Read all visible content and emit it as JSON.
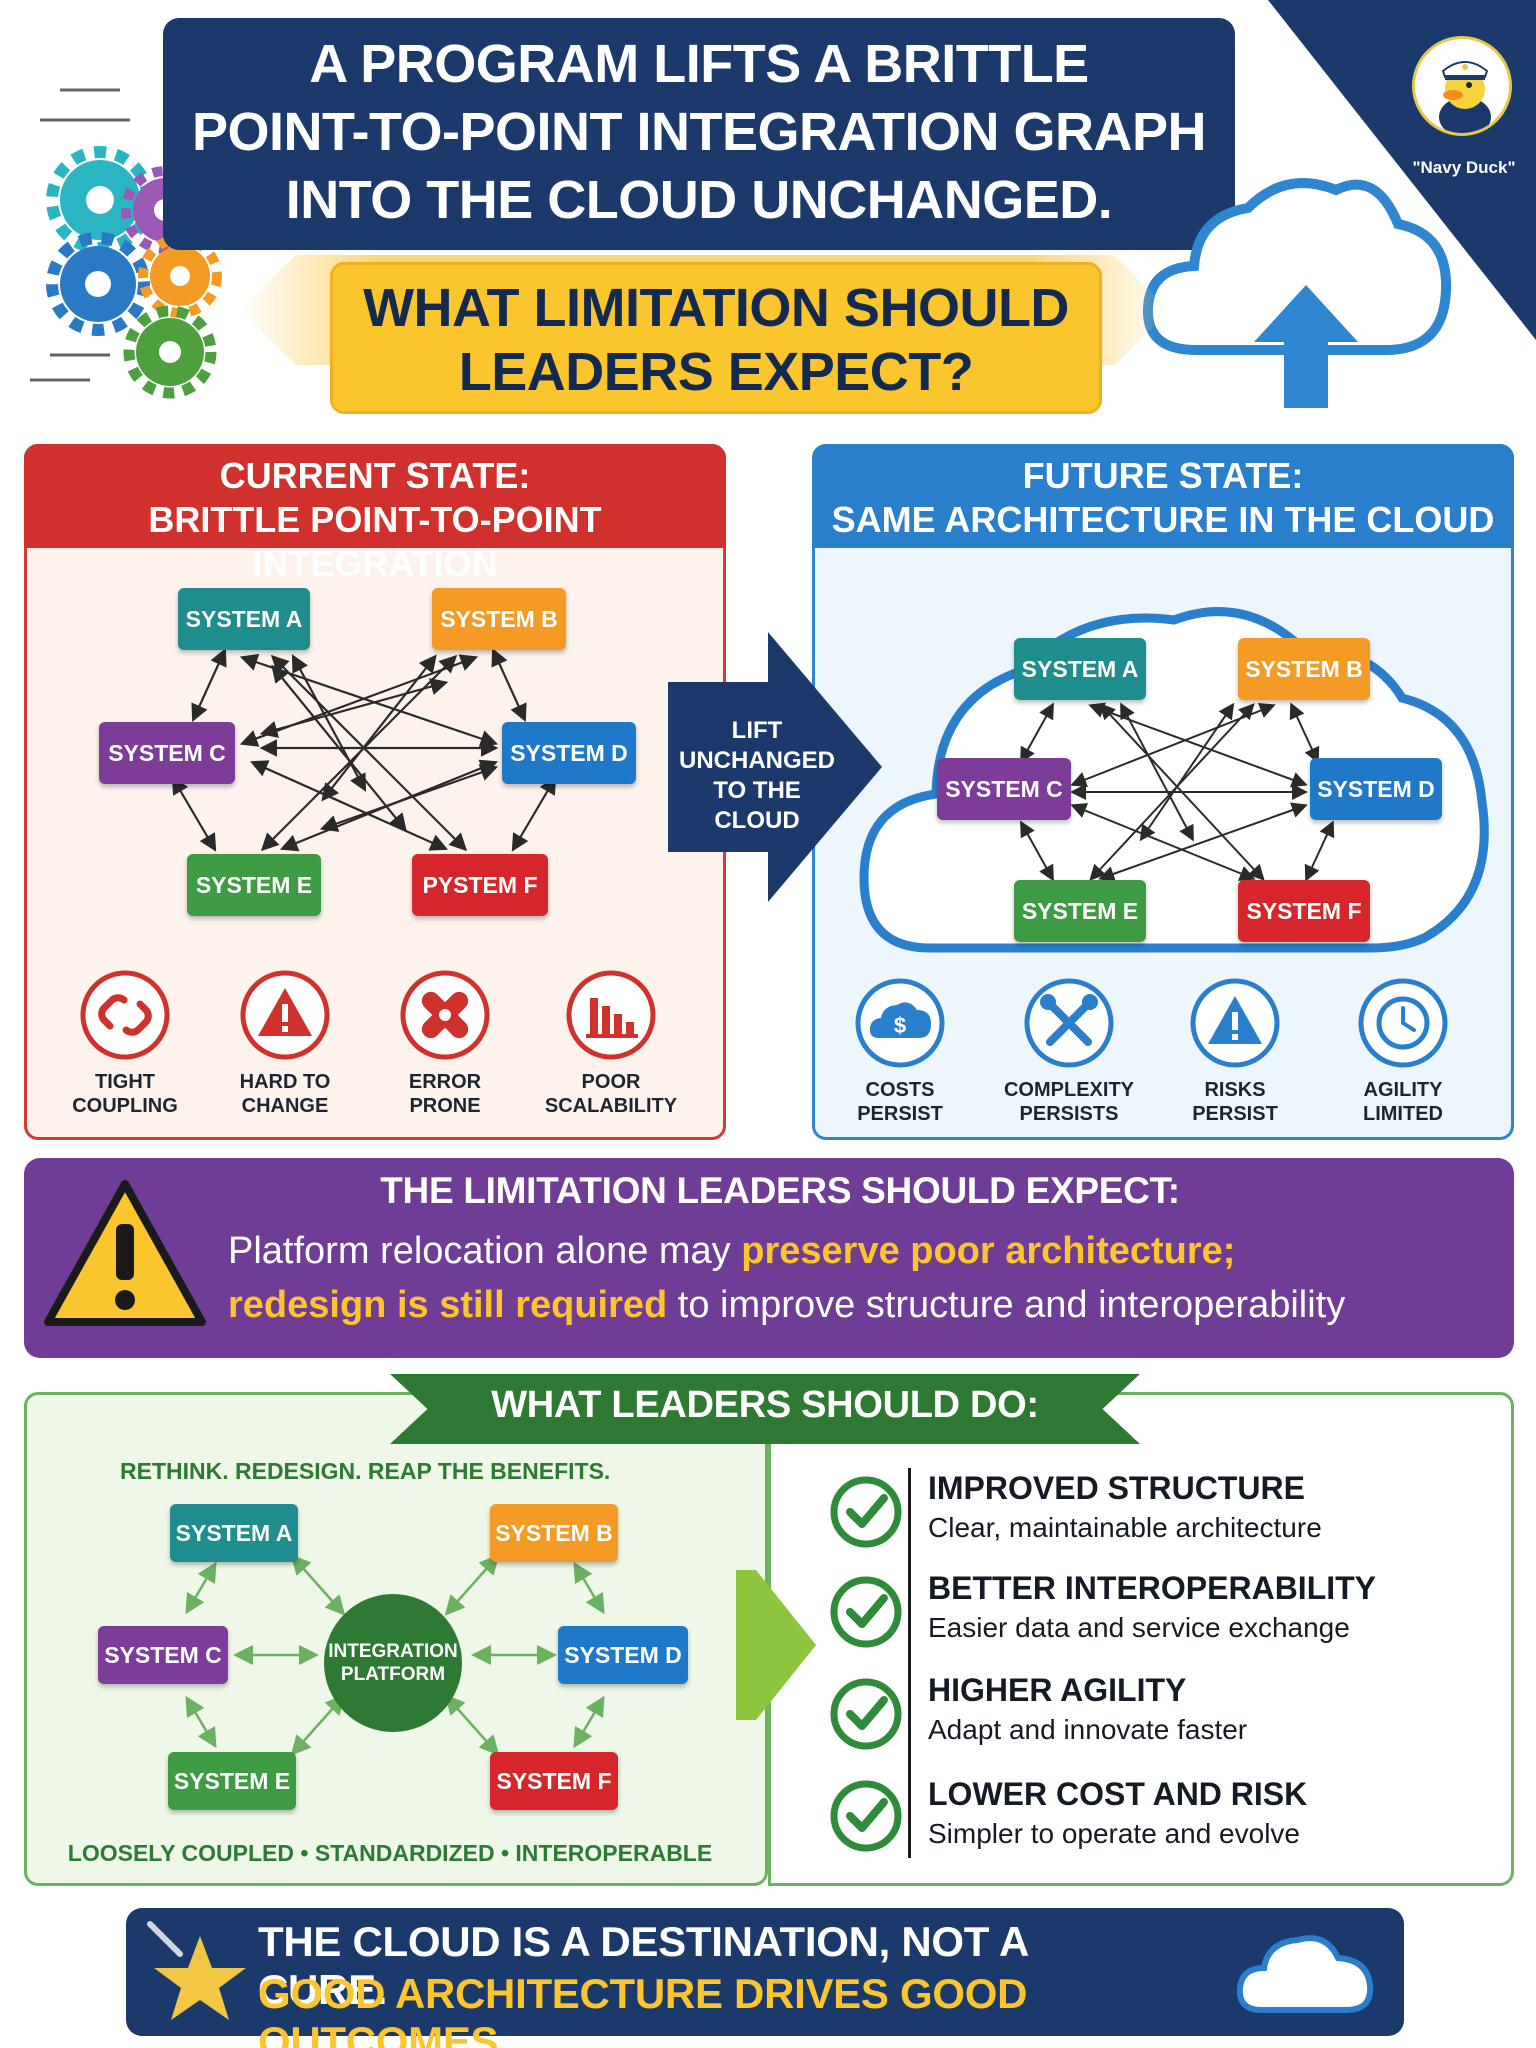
{
  "header": {
    "title_lines": [
      "A PROGRAM LIFTS A BRITTLE",
      "POINT-TO-POINT INTEGRATION GRAPH",
      "INTO THE CLOUD UNCHANGED."
    ],
    "question_lines": [
      "WHAT LIMITATION SHOULD",
      "LEADERS EXPECT?"
    ],
    "mascot_label": "\"Navy Duck\""
  },
  "current_state": {
    "title_lines": [
      "CURRENT STATE:",
      "BRITTLE POINT-TO-POINT INTEGRATION"
    ],
    "systems": {
      "a": "SYSTEM A",
      "b": "SYSTEM B",
      "c": "SYSTEM C",
      "d": "SYSTEM D",
      "e": "SYSTEM E",
      "f": "PYSTEM F"
    },
    "issues": [
      {
        "icon": "broken-link-icon",
        "label_lines": [
          "TIGHT",
          "COUPLING"
        ]
      },
      {
        "icon": "warning-icon",
        "label_lines": [
          "HARD TO",
          "CHANGE"
        ]
      },
      {
        "icon": "bandage-icon",
        "label_lines": [
          "ERROR",
          "PRONE"
        ]
      },
      {
        "icon": "bar-chart-icon",
        "label_lines": [
          "POOR",
          "SCALABILITY"
        ]
      }
    ]
  },
  "transition": {
    "label_lines": [
      "LIFT",
      "UNCHANGED",
      "TO THE CLOUD"
    ]
  },
  "future_state": {
    "title_lines": [
      "FUTURE STATE:",
      "SAME ARCHITECTURE IN THE CLOUD"
    ],
    "systems": {
      "a": "SYSTEM A",
      "b": "SYSTEM B",
      "c": "SYSTEM C",
      "d": "SYSTEM D",
      "e": "SYSTEM E",
      "f": "SYSTEM F"
    },
    "outcomes": [
      {
        "icon": "cloud-dollar-icon",
        "label_lines": [
          "COSTS",
          "PERSIST"
        ]
      },
      {
        "icon": "tools-icon",
        "label_lines": [
          "COMPLEXITY",
          "PERSISTS"
        ]
      },
      {
        "icon": "warning-icon",
        "label_lines": [
          "RISKS",
          "PERSIST"
        ]
      },
      {
        "icon": "clock-icon",
        "label_lines": [
          "AGILITY",
          "LIMITED"
        ]
      }
    ]
  },
  "limitation": {
    "heading": "THE LIMITATION LEADERS SHOULD EXPECT:",
    "line1_plain": "Platform relocation alone may ",
    "line1_highlight": "preserve poor architecture;",
    "line2_highlight": "redesign is still required",
    "line2_plain": " to improve structure and interoperability"
  },
  "recommendations": {
    "heading": "WHAT LEADERS SHOULD DO:",
    "subtitle": "RETHINK. REDESIGN. REAP THE BENEFITS.",
    "hub_lines": [
      "INTEGRATION",
      "PLATFORM"
    ],
    "systems": {
      "a": "SYSTEM A",
      "b": "SYSTEM B",
      "c": "SYSTEM C",
      "d": "SYSTEM D",
      "e": "SYSTEM E",
      "f": "SYSTEM F"
    },
    "footer": "LOOSELY COUPLED • STANDARDIZED • INTEROPERABLE",
    "benefits": [
      {
        "title": "IMPROVED STRUCTURE",
        "desc": "Clear, maintainable architecture"
      },
      {
        "title": "BETTER INTEROPERABILITY",
        "desc": "Easier data and service exchange"
      },
      {
        "title": "HIGHER AGILITY",
        "desc": "Adapt and innovate faster"
      },
      {
        "title": "LOWER COST AND RISK",
        "desc": "Simpler to operate and evolve"
      }
    ]
  },
  "footer": {
    "line1": "THE CLOUD IS A DESTINATION, NOT A CURE.",
    "line2": "GOOD ARCHITECTURE DRIVES GOOD OUTCOMES."
  },
  "colors": {
    "navy": "#1b3a6b",
    "yellow": "#fbc52e",
    "red": "#d0312d",
    "blue": "#2a7fcc",
    "purple": "#6f3d96",
    "green": "#2e7a33"
  }
}
